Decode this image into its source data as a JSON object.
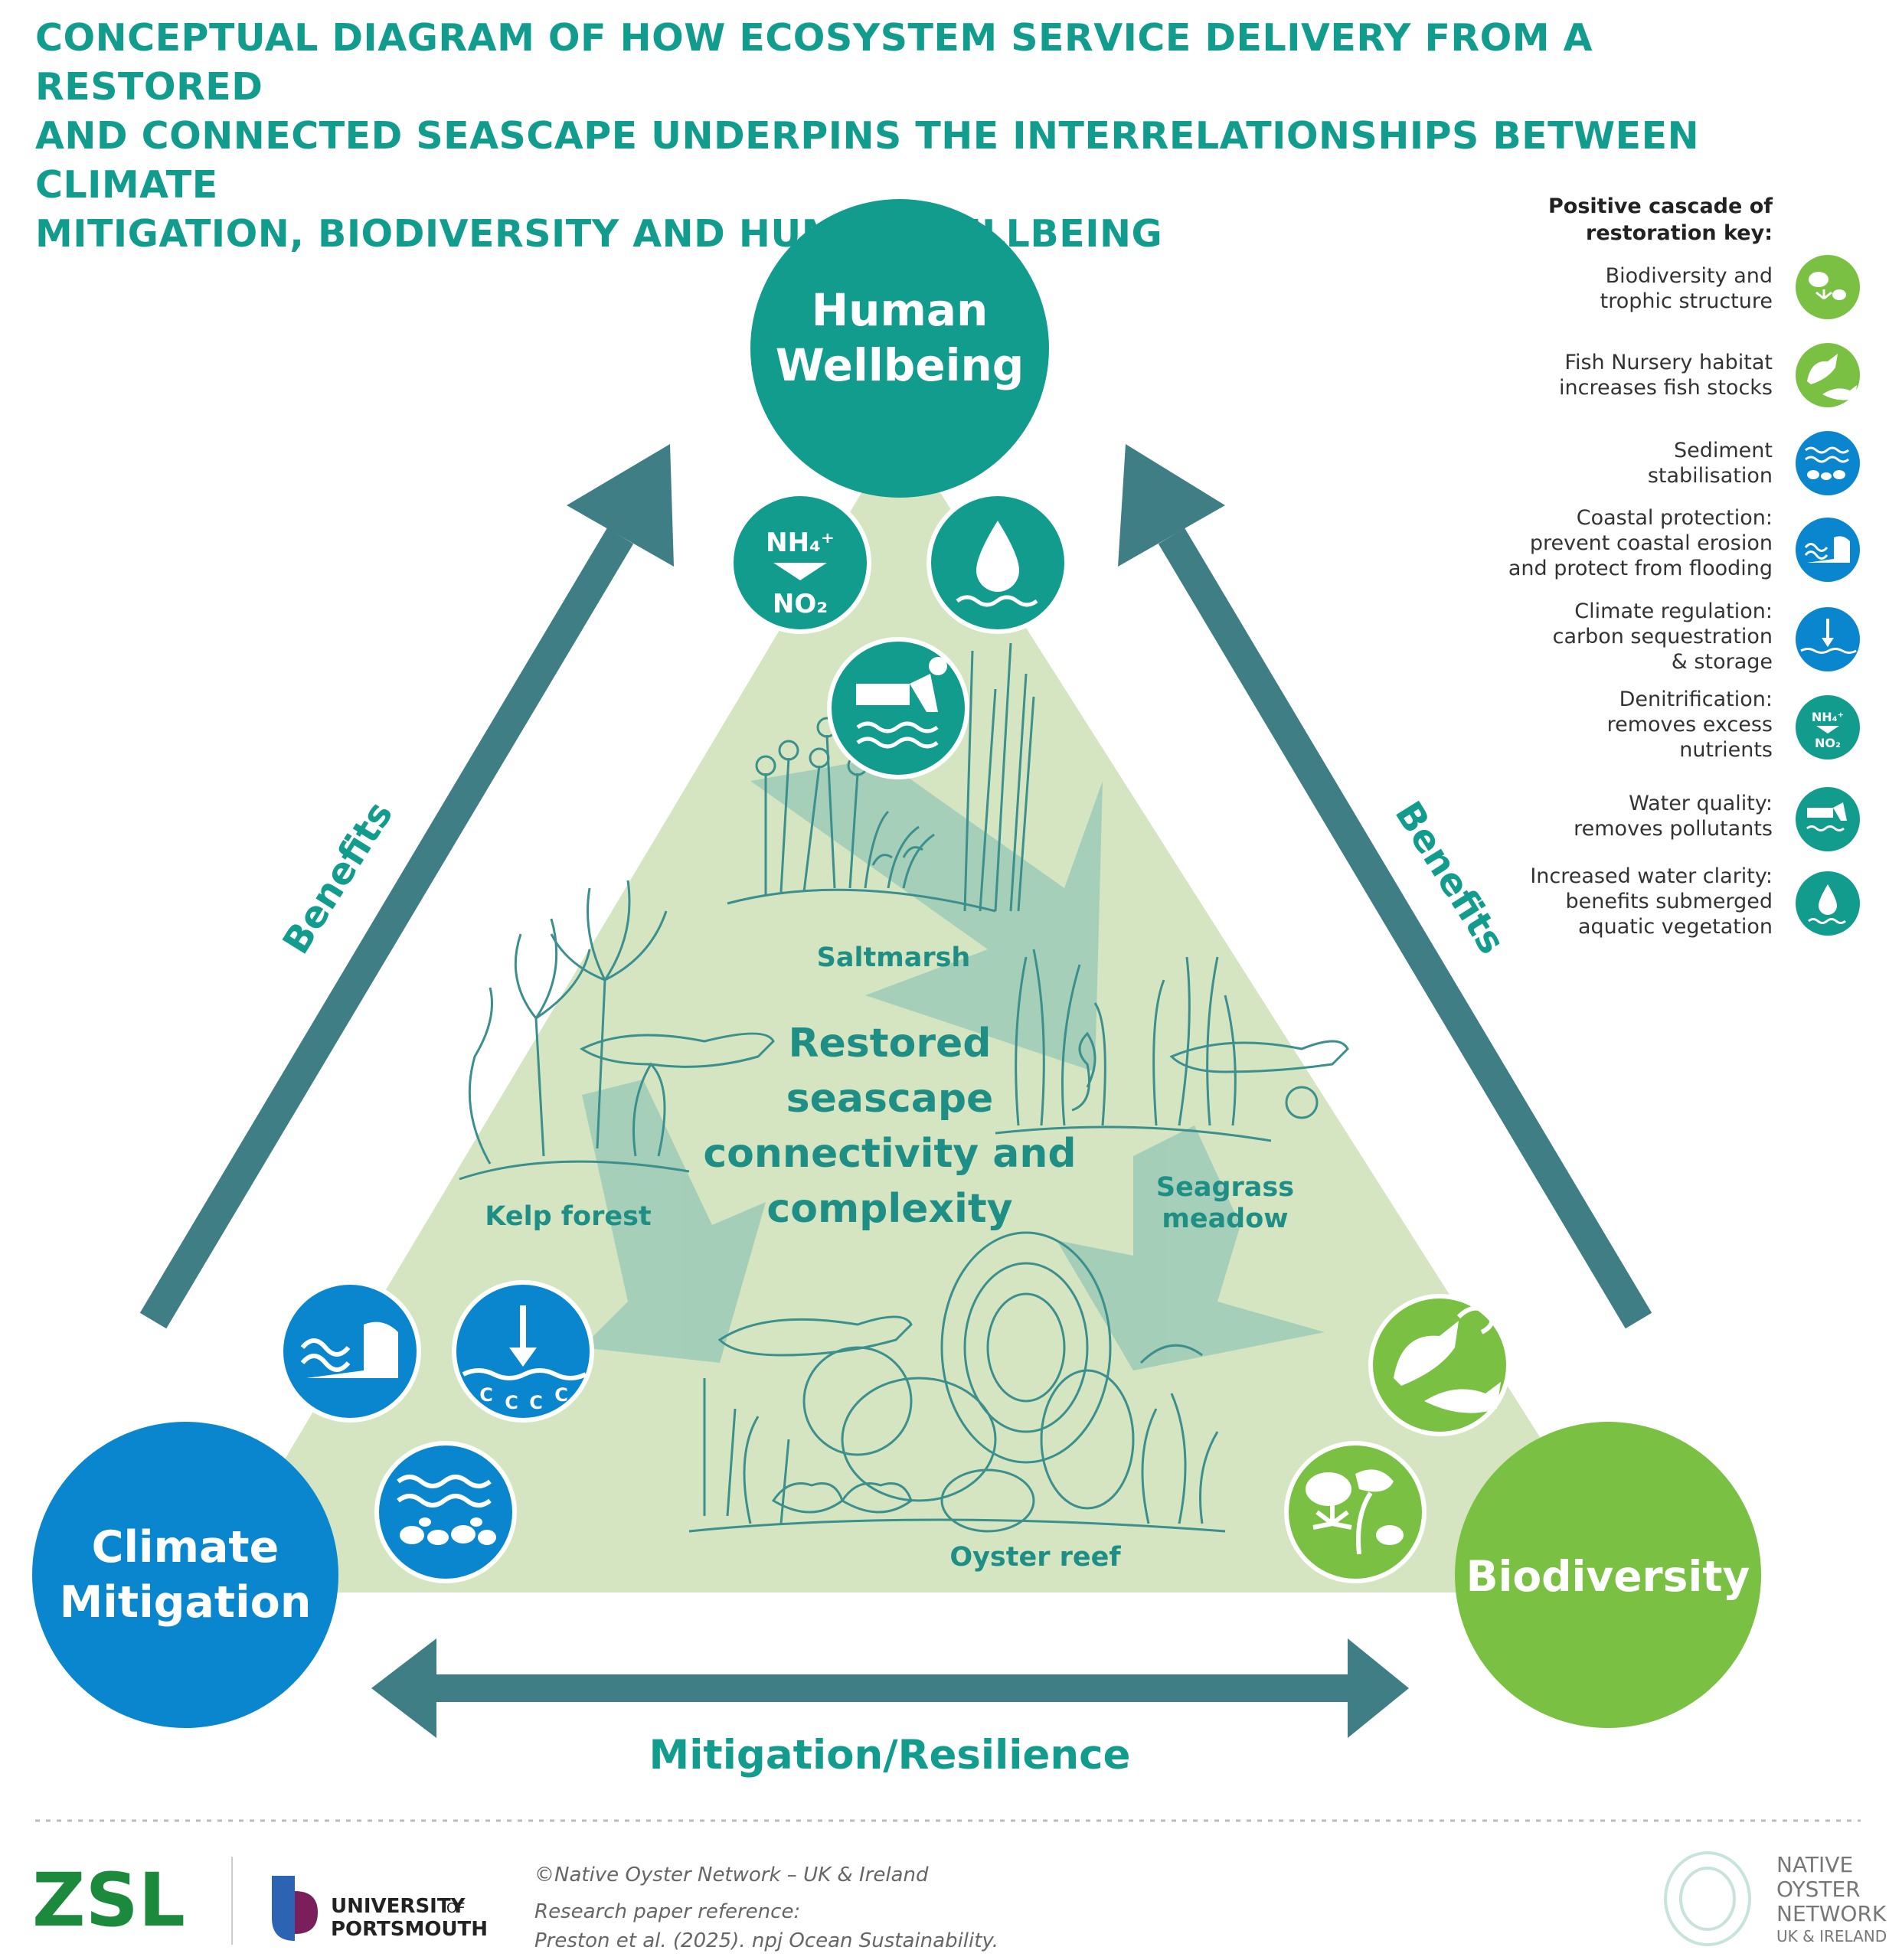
{
  "title": {
    "line1": "CONCEPTUAL DIAGRAM OF HOW ECOSYSTEM SERVICE DELIVERY FROM A RESTORED",
    "line2": "AND CONNECTED SEASCAPE UNDERPINS THE INTERRELATIONSHIPS BETWEEN CLIMATE",
    "line3": "MITIGATION, BIODIVERSITY AND HUMAN WELLBEING"
  },
  "nodes": {
    "human_wellbeing": [
      "Human",
      "Wellbeing"
    ],
    "climate_mitigation": [
      "Climate",
      "Mitigation"
    ],
    "biodiversity": "Biodiversity"
  },
  "arrows": {
    "left": "Benefits",
    "right": "Benefits",
    "bottom": "Mitigation/Resilience"
  },
  "center": [
    "Restored",
    "seascape",
    "connectivity and",
    "complexity"
  ],
  "habitats": {
    "saltmarsh": "Saltmarsh",
    "kelp": "Kelp forest",
    "seagrass": [
      "Seagrass",
      "meadow"
    ],
    "oyster": "Oyster reef"
  },
  "icon_text": {
    "nh4": "NH₄⁺",
    "no2": "NO₂",
    "c": "C"
  },
  "key": {
    "heading": [
      "Positive cascade of",
      "restoration key:"
    ],
    "items": [
      {
        "lines": [
          "Biodiversity and",
          "trophic structure"
        ],
        "icon": "biodiversity-icon"
      },
      {
        "lines": [
          "Fish Nursery habitat",
          "increases fish stocks"
        ],
        "icon": "fish-nursery-icon"
      },
      {
        "lines": [
          "Sediment",
          "stabilisation"
        ],
        "icon": "sediment-icon"
      },
      {
        "lines": [
          "Coastal protection:",
          "prevent coastal erosion",
          "and protect from flooding"
        ],
        "icon": "coastal-protection-icon"
      },
      {
        "lines": [
          "Climate regulation:",
          "carbon sequestration",
          "& storage"
        ],
        "icon": "carbon-storage-icon"
      },
      {
        "lines": [
          "Denitrification:",
          "removes excess",
          "nutrients"
        ],
        "icon": "denitrification-icon"
      },
      {
        "lines": [
          "Water quality:",
          "removes pollutants"
        ],
        "icon": "water-quality-icon"
      },
      {
        "lines": [
          "Increased water clarity:",
          "benefits submerged",
          "aquatic vegetation"
        ],
        "icon": "water-clarity-icon"
      }
    ]
  },
  "footer": {
    "zsl": "ZSL",
    "uop_line1": "UNIVERSITY",
    "uop_of": "OF",
    "uop_line2": "PORTSMOUTH",
    "copyright": "©Native Oyster Network – UK & Ireland",
    "ref_line1": "Research paper reference:",
    "ref_line2": "Preston et al. (2025). npj Ocean Sustainability.",
    "non_lines": [
      "NATIVE",
      "OYSTER",
      "NETWORK"
    ],
    "non_sub": "UK & IRELAND"
  },
  "colors": {
    "teal": "#129c8e",
    "dark_teal": "#3f7e84",
    "blue": "#0a86cf",
    "green": "#7ac143",
    "triangle": "#d5e5c2",
    "flow_arrow": "#a3cdb8",
    "line_art": "#3b8f8c"
  }
}
